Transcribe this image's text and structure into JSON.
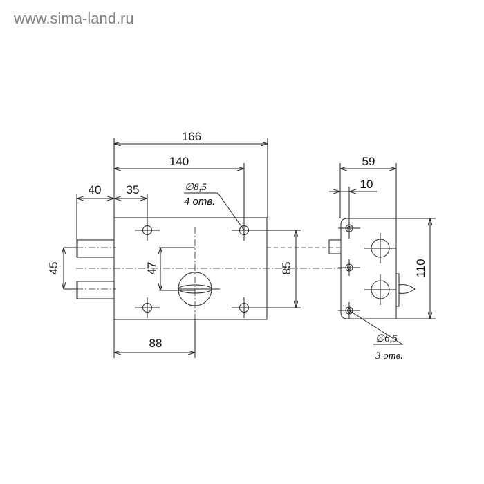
{
  "watermark": "www.sima-land.ru",
  "dimensions": {
    "width_total": "166",
    "hole_span_horizontal": "140",
    "bolt_projection": "40",
    "hole_offset": "35",
    "bolt_spacing": "45",
    "keyhole_offset": "47",
    "hole_span_vertical": "85",
    "keyhole_from_edge": "88",
    "strike_depth": "59",
    "strike_hole_offset": "10",
    "strike_height": "110"
  },
  "callouts": {
    "main_holes_diameter": "∅8,5",
    "main_holes_count": "4 отв.",
    "strike_holes_diameter": "∅6,5",
    "strike_holes_count": "3 отв."
  }
}
